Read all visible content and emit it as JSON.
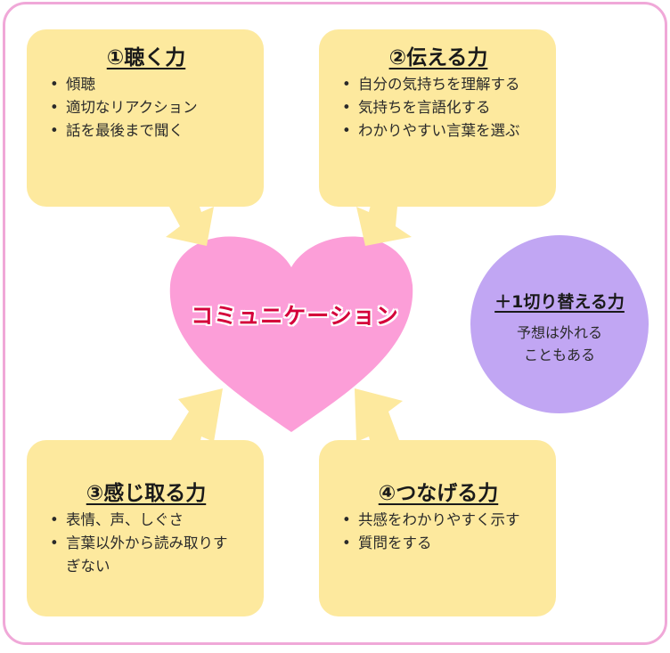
{
  "center": {
    "label": "コミュニケーション"
  },
  "skills": [
    {
      "title": "①聴く力",
      "items": [
        "傾聴",
        "適切なリアクション",
        "話を最後まで聞く"
      ]
    },
    {
      "title": "②伝える力",
      "items": [
        "自分の気持ちを理解する",
        "気持ちを言語化する",
        "わかりやすい言葉を選ぶ"
      ]
    },
    {
      "title": "③感じ取る力",
      "items": [
        "表情、声、しぐさ",
        "言葉以外から読み取りす",
        "ぎない"
      ]
    },
    {
      "title": "④つなげる力",
      "items": [
        "共感をわかりやすく示す",
        "質問をする"
      ]
    }
  ],
  "extra": {
    "title": "＋1切り替える力",
    "lines": [
      "予想は外れる",
      "こともある"
    ]
  },
  "colors": {
    "box": "#fde99e",
    "heart": "#fc9ed8",
    "circle": "#c1a6f3",
    "frame": "#f0a8d8",
    "center_text": "#d4003a"
  }
}
